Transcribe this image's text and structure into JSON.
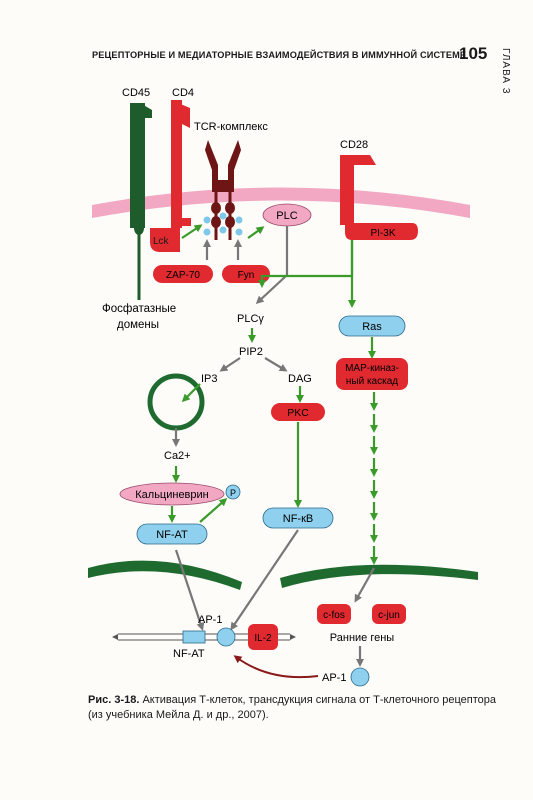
{
  "header": {
    "title": "РЕЦЕПТОРНЫЕ И МЕДИАТОРНЫЕ ВЗАИМОДЕЙСТВИЯ В ИММУННОЙ СИСТЕМЕ",
    "page_number": "105",
    "chapter": "ГЛАВА 3"
  },
  "diagram": {
    "cd45": "CD45",
    "cd4": "CD4",
    "tcr": "TCR-комплекс",
    "cd28": "CD28",
    "lck": "Lck",
    "plc": "PLC",
    "pi3k": "PI-3K",
    "zap70": "ZAP-70",
    "fyn": "Fyn",
    "phosphatase_line1": "Фосфатазные",
    "phosphatase_line2": "домены",
    "plcg": "PLCγ",
    "pip2": "PIP2",
    "ip3": "IP3",
    "dag": "DAG",
    "ras": "Ras",
    "mapk_line1": "MAP-киназ-",
    "mapk_line2": "ный каскад",
    "pkc": "PKC",
    "ca": "Ca2+",
    "calcineurin": "Кальциневрин",
    "p": "P",
    "nfat": "NF-AT",
    "nfkb": "NF-кB",
    "ap1": "AP-1",
    "il2": "IL-2",
    "nfat_dna": "NF-AT",
    "cfos": "c-fos",
    "cjun": "c-jun",
    "early_genes": "Ранние гены",
    "ap1_bottom": "AP-1"
  },
  "caption": {
    "label": "Рис. 3-18.",
    "text": "Активация Т-клеток, трансдукция сигнала от Т-клеточного рецептора (из учебника Мейла Д. и др., 2007)."
  },
  "colors": {
    "red": "#e8242a",
    "dark_green": "#1f6b2f",
    "green": "#3a9a2a",
    "gray": "#7a7a7a",
    "pink": "#f0a6c0",
    "light_blue": "#8fd0ee",
    "dark_red": "#7a1a1a"
  }
}
